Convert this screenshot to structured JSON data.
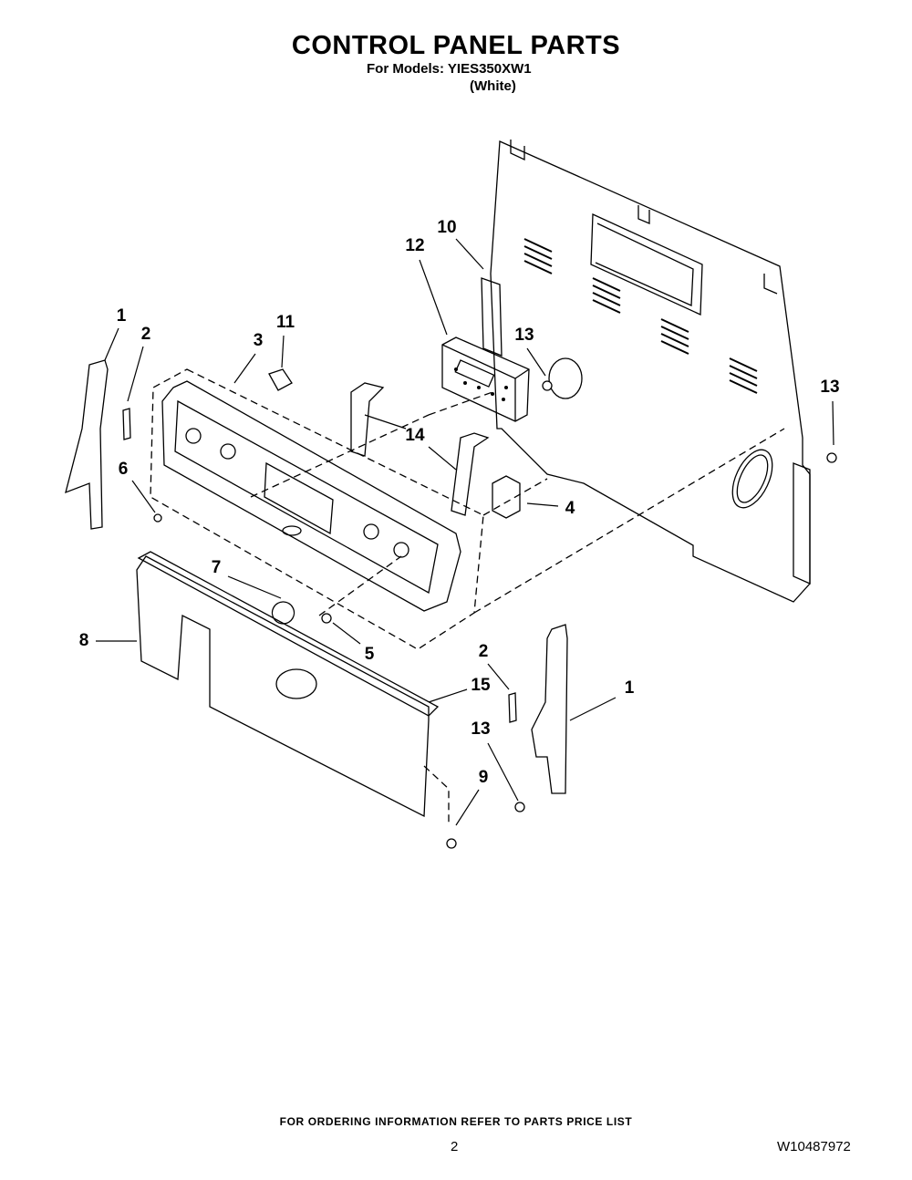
{
  "header": {
    "title": "CONTROL PANEL PARTS",
    "models": "For Models: YIES350XW1",
    "color": "(White)"
  },
  "callouts": [
    "1",
    "2",
    "3",
    "11",
    "12",
    "10",
    "13",
    "13",
    "14",
    "6",
    "4",
    "7",
    "5",
    "8",
    "2",
    "15",
    "1",
    "13",
    "9"
  ],
  "footer": {
    "ordering_note": "FOR ORDERING INFORMATION REFER TO PARTS PRICE LIST",
    "page_number": "2",
    "document_number": "W10487972"
  }
}
